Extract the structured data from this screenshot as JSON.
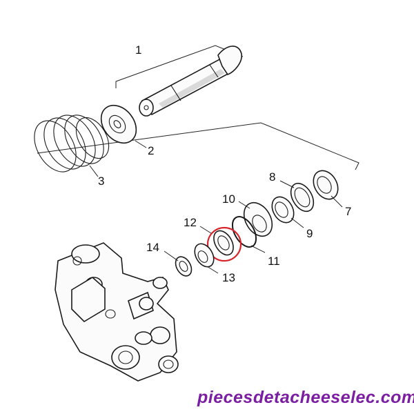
{
  "diagram": {
    "parts": [
      {
        "number": "1"
      },
      {
        "number": "2"
      },
      {
        "number": "3"
      },
      {
        "number": "7"
      },
      {
        "number": "8"
      },
      {
        "number": "9"
      },
      {
        "number": "10"
      },
      {
        "number": "11"
      },
      {
        "number": "12"
      },
      {
        "number": "13"
      },
      {
        "number": "14"
      }
    ],
    "highlight": {
      "part_number": "12",
      "color": "#d8232a"
    },
    "watermark": "piecesdetacheeselec.com",
    "colors": {
      "line": "#1a1a1a",
      "watermark": "#7b1ea2",
      "highlight": "#d8232a"
    }
  }
}
